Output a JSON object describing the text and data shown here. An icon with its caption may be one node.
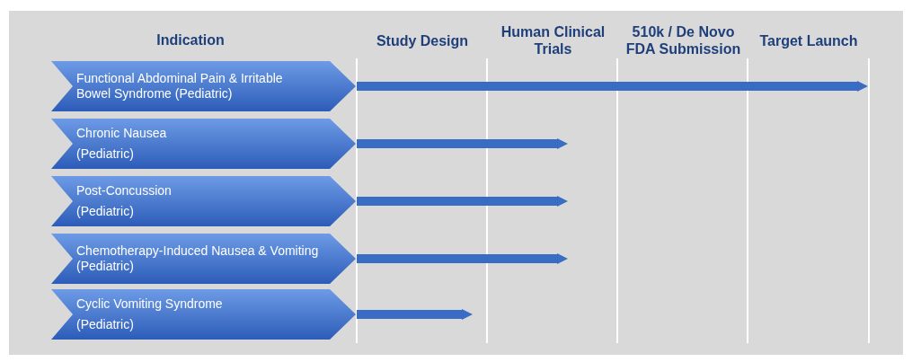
{
  "diagram": {
    "nodes": [
      {
        "text": [
          "Functional Abdominal Pain & Irritable Bowel Syndrome (Pediatric)"
        ]
      },
      {
        "text": [
          "Chronic Nausea",
          "(Pediatric)"
        ]
      },
      {
        "text": [
          "Post-Concussion",
          "(Pediatric)"
        ]
      },
      {
        "text": [
          "Chemotherapy-Induced Nausea & Vomiting (Pediatric)"
        ]
      },
      {
        "text": [
          "Cyclic Vomiting Syndrome",
          "(Pediatric)"
        ]
      }
    ],
    "edges": [
      {
        "from": 0,
        "to": null,
        "arrow": "to"
      },
      {
        "from": 1,
        "to": null,
        "arrow": "to"
      },
      {
        "from": 2,
        "to": null,
        "arrow": "to"
      },
      {
        "from": 3,
        "to": null,
        "arrow": "to"
      },
      {
        "from": 4,
        "to": null,
        "arrow": "to"
      }
    ],
    "labels": [
      "Indication",
      "Study Design",
      "Human Clinical Trials",
      "510k / De Novo FDA Submission",
      "Target Launch"
    ]
  }
}
